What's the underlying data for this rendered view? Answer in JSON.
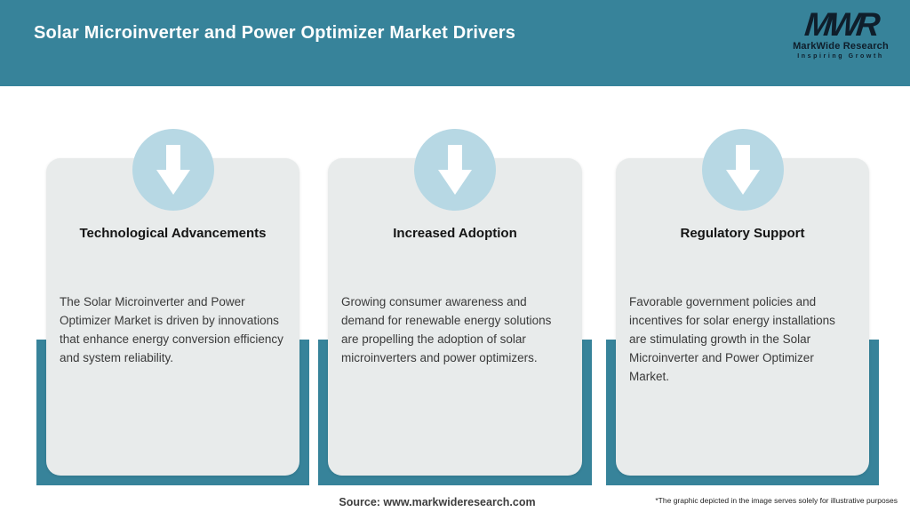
{
  "header": {
    "title": "Solar Microinverter and Power Optimizer Market Drivers",
    "logo": {
      "acronym": "MWR",
      "name": "MarkWide Research",
      "tagline": "Inspiring Growth"
    }
  },
  "cards": [
    {
      "title": "Technological Advancements",
      "description": "The Solar Microinverter and Power Optimizer Market is driven by innovations that enhance energy conversion efficiency and system reliability.",
      "icon": "down-arrow-icon"
    },
    {
      "title": "Increased Adoption",
      "description": "Growing consumer awareness and demand for renewable energy solutions are propelling the adoption of solar microinverters and power optimizers.",
      "icon": "down-arrow-icon"
    },
    {
      "title": "Regulatory Support",
      "description": "Favorable government policies and incentives for solar energy installations are stimulating growth in the Solar Microinverter and Power Optimizer Market.",
      "icon": "down-arrow-icon"
    }
  ],
  "footer": {
    "source": "Source: www.markwideresearch.com",
    "disclaimer": "*The graphic depicted in the image serves solely for illustrative purposes"
  },
  "colors": {
    "header_teal": "#37839A",
    "tray_teal": "#37839A",
    "card_background": "#E8EBEB",
    "arrow_circle_blue": "#B7D8E4",
    "title_text": "#141414",
    "body_text": "#3A3A3A",
    "header_text": "#FFFFFF",
    "logo_text": "#0F1E2B"
  }
}
